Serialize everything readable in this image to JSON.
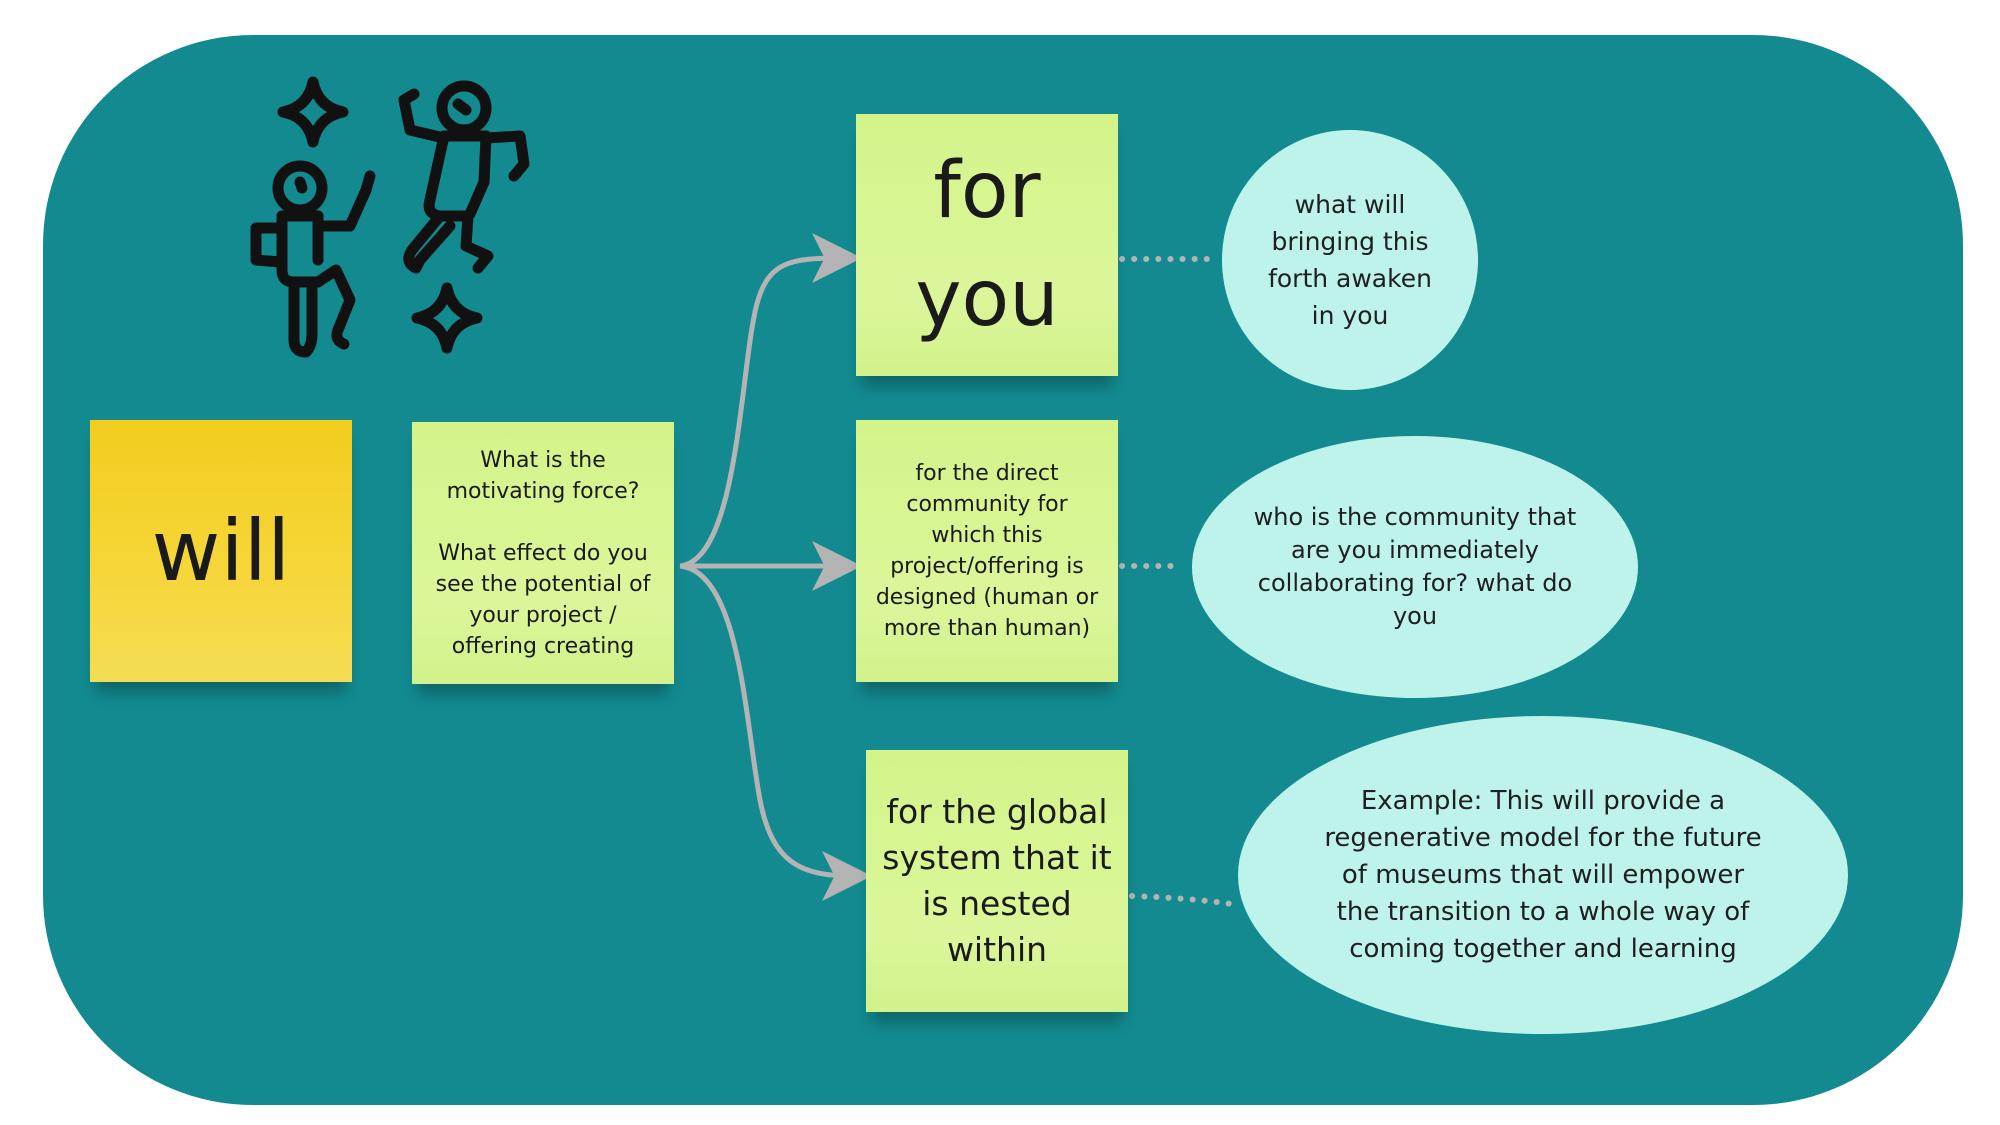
{
  "notes": {
    "will": "will",
    "question": "What is the\nmotivating force?\n\nWhat effect do you\nsee the potential of\nyour project /\noffering creating",
    "for_you": "for\nyou",
    "direct_community": "for the direct\ncommunity for\nwhich this\nproject/offering is\ndesigned (human or\nmore than human)",
    "global_system": "for the global\nsystem that it\nis nested\nwithin"
  },
  "bubbles": {
    "awaken": "what will\nbringing this\nforth awaken\nin you",
    "community": "who is the community that\nare you immediately\ncollaborating for? what do\nyou",
    "example": "Example: This will provide a\nregenerative model for the future\nof museums that will empower\nthe transition to a whole way of\ncoming together and learning"
  },
  "colors": {
    "board": "#128a8f",
    "sticky_yellow": "#f4d22e",
    "sticky_green": "#d8f592",
    "bubble": "#bdf3ea",
    "arrow": "#b4b4b4",
    "icon": "#111111"
  },
  "icons": [
    "dancing-person-icon",
    "dancing-person-icon",
    "sparkle-icon",
    "sparkle-icon"
  ]
}
